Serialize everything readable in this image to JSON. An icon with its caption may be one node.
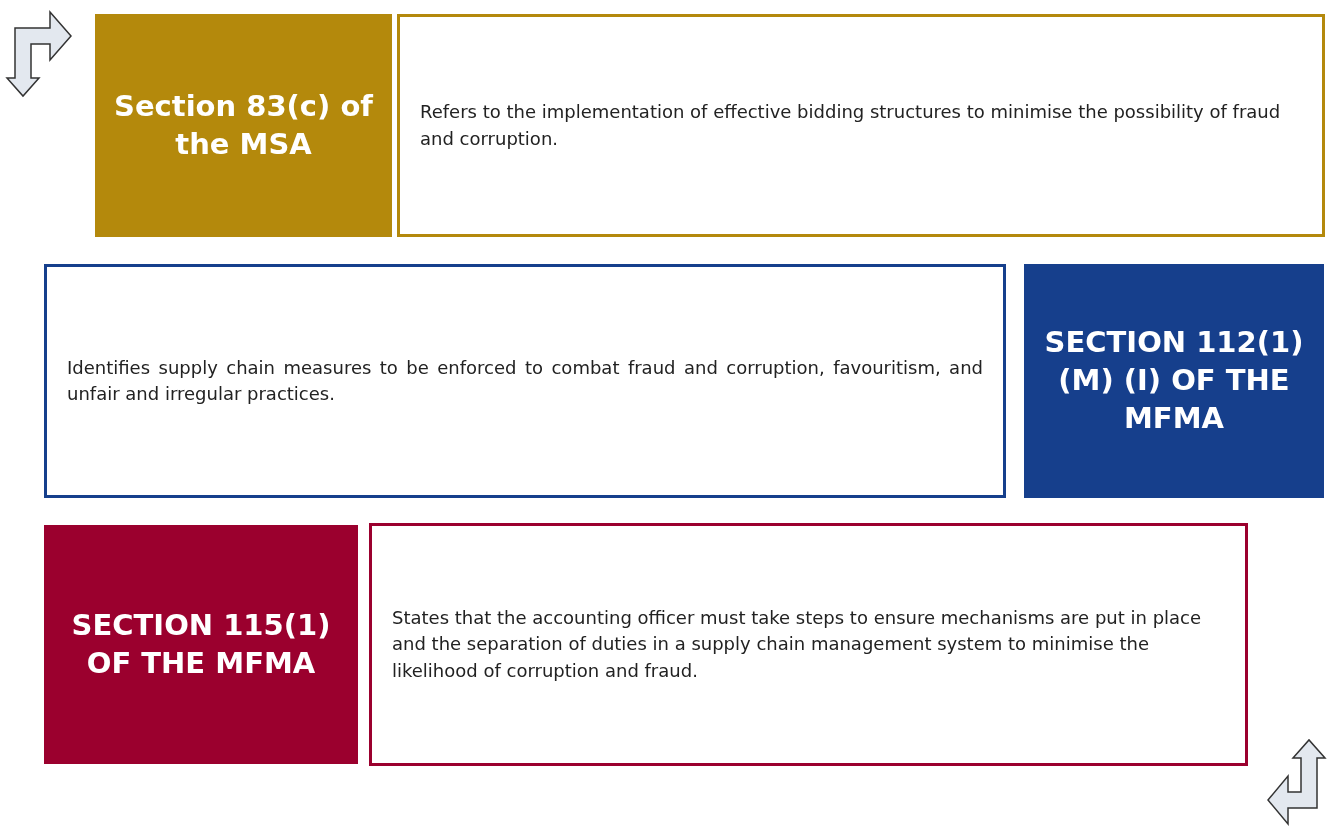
{
  "diagram": {
    "nodes": [
      {
        "text": [
          "Section 83(c) of the MSA"
        ]
      },
      {
        "text": [
          "Refers to the implementation of effective bidding structures to minimise the possibility of fraud and corruption."
        ]
      },
      {
        "text": [
          "Identifies supply chain measures to be enforced to combat fraud and corruption, favouritism, and unfair and irregular practices."
        ]
      },
      {
        "text": [
          "SECTION 112(1)(M) (I) OF THE MFMA"
        ]
      },
      {
        "text": [
          "SECTION 115(1) OF THE MFMA"
        ]
      },
      {
        "text": [
          "States that the accounting officer must take steps to ensure mechanisms are put in place and the separation of duties in a supply chain management system to minimise the likelihood of corruption and fraud."
        ]
      }
    ]
  }
}
